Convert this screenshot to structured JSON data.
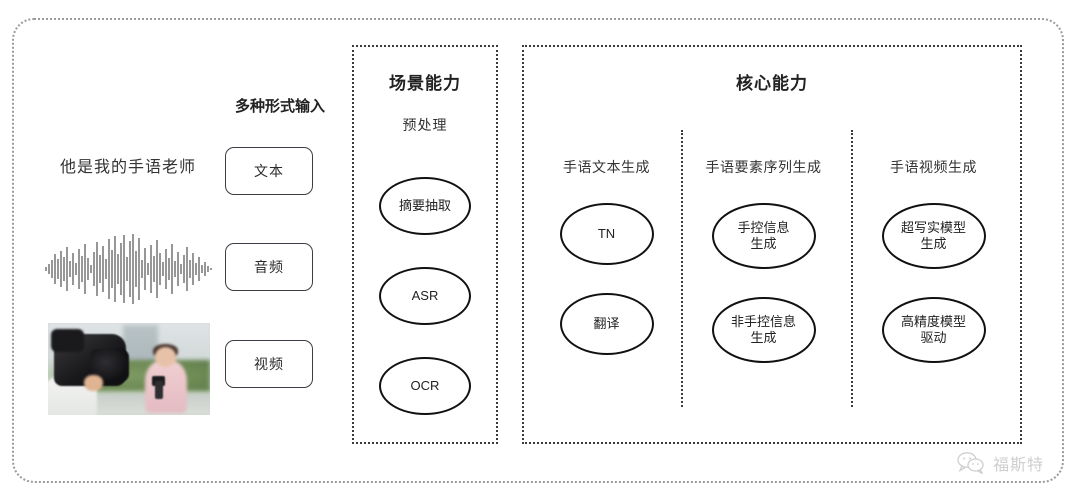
{
  "diagram": {
    "input_section": {
      "heading": "多种形式输入",
      "sample_text": "他是我的手语老师",
      "waveform_icon": "audio-waveform-icon",
      "photo_caption": "camera-operator-filming-reporter-photo",
      "buttons": [
        {
          "label": "文本",
          "name": "text"
        },
        {
          "label": "音频",
          "name": "audio"
        },
        {
          "label": "视频",
          "name": "video"
        }
      ]
    },
    "scene_panel": {
      "title": "场景能力",
      "subtitle": "预处理",
      "nodes": [
        "摘要抽取",
        "ASR",
        "OCR"
      ]
    },
    "core_panel": {
      "title": "核心能力",
      "columns": [
        {
          "header": "手语文本生成",
          "nodes": [
            "TN",
            "翻译"
          ]
        },
        {
          "header": "手语要素序列生成",
          "nodes": [
            "手控信息\n生成",
            "非手控信息\n生成"
          ]
        },
        {
          "header": "手语视频生成",
          "nodes": [
            "超写实模型\n生成",
            "高精度模型\n驱动"
          ]
        }
      ]
    },
    "watermark": {
      "text": "福斯特",
      "icon": "wechat-logo-icon"
    },
    "colors": {
      "background": "#ffffff",
      "outer_border": "#9b9b9b",
      "panel_border": "#3a3a3a",
      "node_border": "#111111",
      "button_border": "#3b3f45",
      "text": "#2b2b2b",
      "watermark": "#8d8d8d"
    }
  }
}
